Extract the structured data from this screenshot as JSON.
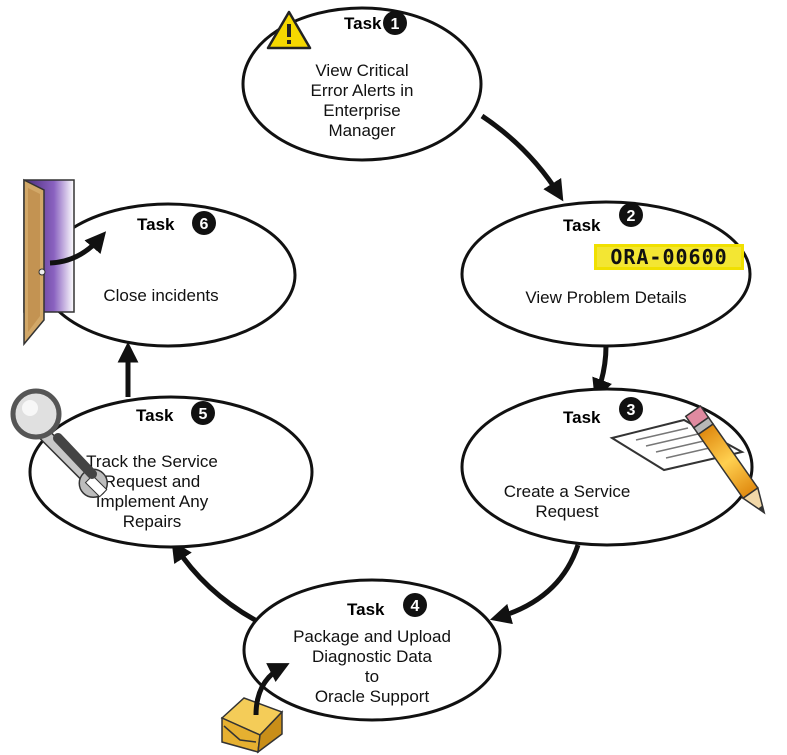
{
  "tasks": [
    {
      "task_label": "Task",
      "number": "1",
      "lines": [
        "View Critical",
        "Error Alerts in",
        "Enterprise",
        "Manager"
      ]
    },
    {
      "task_label": "Task",
      "number": "2",
      "lines": [
        "View Problem Details"
      ]
    },
    {
      "task_label": "Task",
      "number": "3",
      "lines": [
        "Create a Service",
        "Request"
      ]
    },
    {
      "task_label": "Task",
      "number": "4",
      "lines": [
        "Package and Upload",
        "Diagnostic Data",
        "to",
        "Oracle Support"
      ]
    },
    {
      "task_label": "Task",
      "number": "5",
      "lines": [
        "Track the Service",
        "Request and",
        "Implement Any",
        "Repairs"
      ]
    },
    {
      "task_label": "Task",
      "number": "6",
      "lines": [
        "Close incidents"
      ]
    }
  ],
  "error_code": "ORA-00600",
  "icons": {
    "task1": "warning-icon",
    "task2": "error-code-badge",
    "task3": "pencil-paper-icon",
    "task4": "envelope-package-icon",
    "task5": "magnifier-wrench-icon",
    "task6": "door-exit-icon"
  },
  "colors": {
    "warning_yellow": "#f5d800",
    "badge_yellow": "#f0e000",
    "door_wood": "#d2a868",
    "door_purple": "#7a4aa8",
    "envelope": "#e6b030"
  }
}
